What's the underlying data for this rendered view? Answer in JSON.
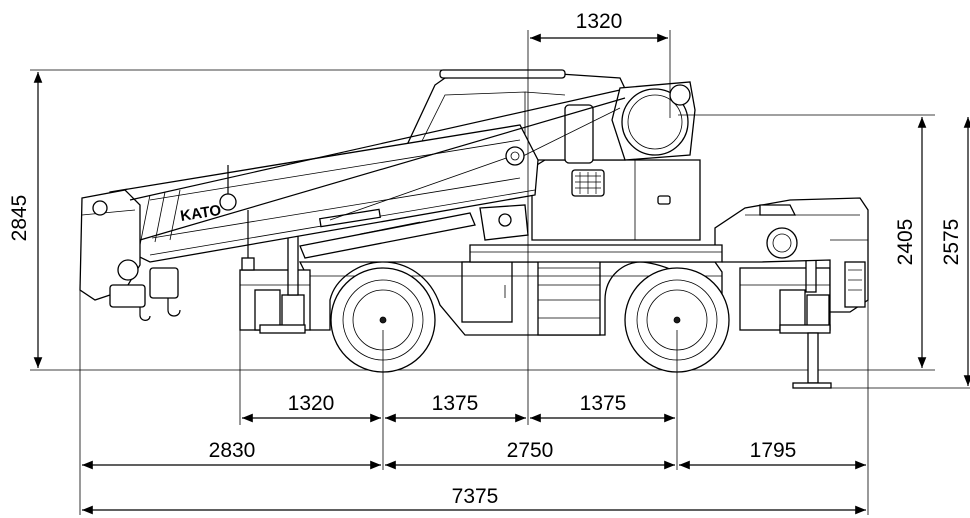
{
  "dimensions": {
    "top_offset": "1320",
    "overall_height": "2845",
    "height_boom_pivot": "2405",
    "height_sheave": "2575",
    "front_overhang_to_axle": "1320",
    "axle_to_center_front": "1375",
    "axle_to_center_rear": "1375",
    "front_overhang": "2830",
    "wheelbase": "2750",
    "rear_overhang": "1795",
    "overall_length": "7375"
  },
  "brand_lettering": "KATO",
  "colors": {
    "line": "#000000",
    "background": "#ffffff"
  }
}
